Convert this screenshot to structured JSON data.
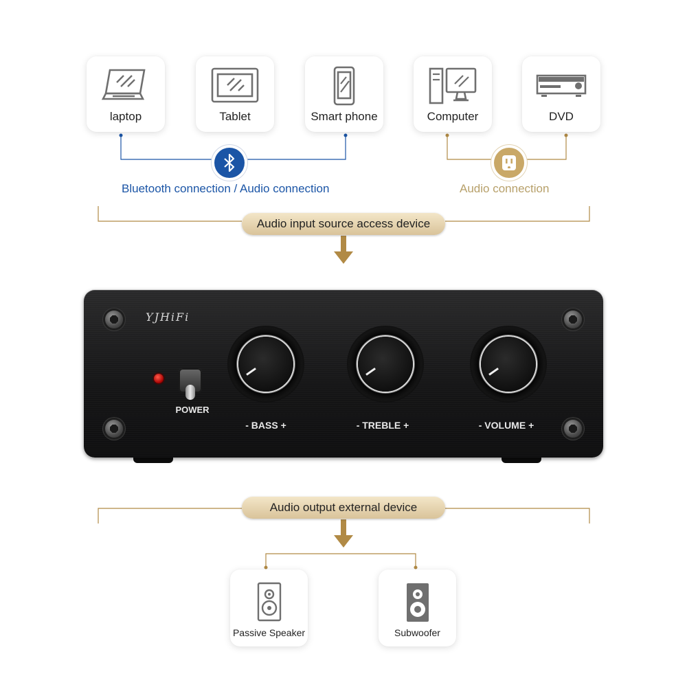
{
  "input_sources": {
    "bluetooth_group": [
      {
        "icon": "laptop-icon",
        "label": "laptop"
      },
      {
        "icon": "tablet-icon",
        "label": "Tablet"
      },
      {
        "icon": "smart-phone-icon",
        "label": "Smart phone"
      }
    ],
    "wired_group": [
      {
        "icon": "computer-icon",
        "label": "Computer"
      },
      {
        "icon": "dvd-player-icon",
        "label": "DVD"
      }
    ],
    "bluetooth_caption": "Bluetooth connection / Audio connection",
    "audio_caption": "Audio connection",
    "bluetooth_icon": "bluetooth-icon",
    "audio_icon": "power-outlet-icon"
  },
  "input_banner": "Audio input source access device",
  "amplifier": {
    "brand": "YJHiFi",
    "power_label": "POWER",
    "knobs": [
      {
        "label": "- BASS +"
      },
      {
        "label": "- TREBLE +"
      },
      {
        "label": "- VOLUME +"
      }
    ]
  },
  "output_banner": "Audio output external device",
  "output_devices": [
    {
      "icon": "passive-speaker-icon",
      "label": "Passive Speaker"
    },
    {
      "icon": "subwoofer-icon",
      "label": "Subwoofer"
    }
  ],
  "colors": {
    "bluetooth_blue": "#1b55a6",
    "gold": "#b18a45",
    "gold_text": "#b7a06a",
    "icon_gray": "#6f6f6f"
  }
}
